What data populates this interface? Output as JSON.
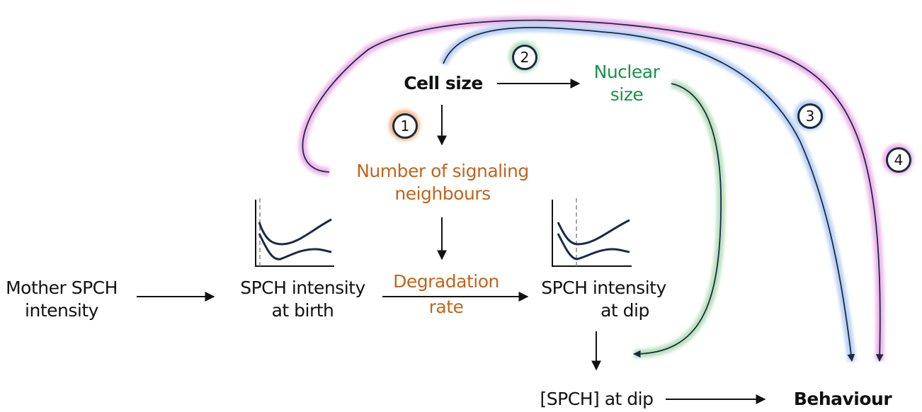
{
  "nodes": {
    "cell_size": "Cell size",
    "nuclear_size_1": "Nuclear",
    "nuclear_size_2": "size",
    "neighbours_1": "Number of signaling",
    "neighbours_2": "neighbours",
    "degradation_1": "Degradation",
    "degradation_2": "rate",
    "mother_1": "Mother SPCH",
    "mother_2": "intensity",
    "birth_1": "SPCH intensity",
    "birth_2": "at birth",
    "dip_1": "SPCH intensity",
    "dip_2": "at dip",
    "conc_dip": "[SPCH]  at dip",
    "behaviour": "Behaviour"
  },
  "pathways": [
    {
      "number": "1",
      "glow": "#f6b98a",
      "label": "Cell size → Number of signaling neighbours → Degradation rate"
    },
    {
      "number": "2",
      "glow": "#b9e0bf",
      "label": "Cell size → Nuclear size → [SPCH] at dip"
    },
    {
      "number": "3",
      "glow": "#b9d2f3",
      "label": "Cell size → Behaviour"
    },
    {
      "number": "4",
      "glow": "#eeb6ea",
      "label": "Number of signaling neighbours → Behaviour"
    }
  ],
  "colors": {
    "line": "#1b2a45",
    "orange_text": "#c0651d",
    "green_text": "#159447"
  },
  "insets": [
    {
      "name": "birth-inset",
      "marker": "at birth"
    },
    {
      "name": "dip-inset",
      "marker": "at dip"
    }
  ]
}
